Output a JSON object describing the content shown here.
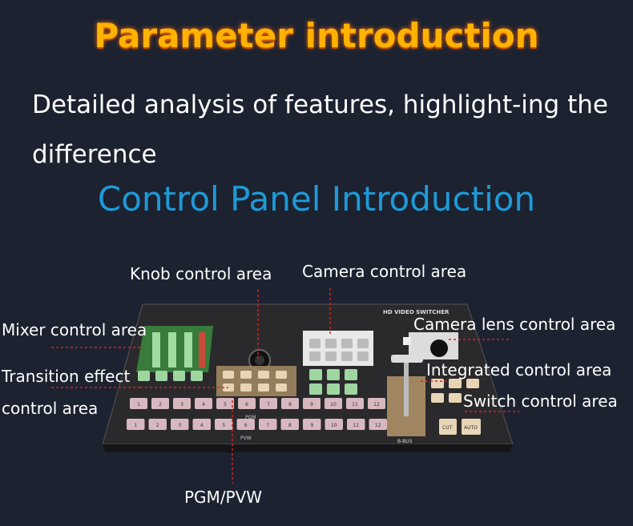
{
  "header": {
    "title": "Parameter introduction",
    "subtitle": "Detailed analysis of features, highlight-ing the difference",
    "section_title": "Control Panel Introduction"
  },
  "callouts": {
    "knob": "Knob control area",
    "camera": "Camera control area",
    "mixer": "Mixer control area",
    "camera_lens": "Camera lens control area",
    "transition_line1": "Transition effect",
    "transition_line2": "control area",
    "integrated": "Integrated control area",
    "switch": "Switch control area",
    "pgm_pvw": "PGM/PVW"
  },
  "device": {
    "brand_text": "HD VIDEO SWITCHER",
    "pgm_label": "PGM",
    "pvw_label": "PVW",
    "bus_label": "B-BUS",
    "cut_label": "CUT",
    "auto_label": "AUTO",
    "buttons": [
      "1",
      "2",
      "3",
      "4",
      "5",
      "6",
      "7",
      "8",
      "9",
      "10",
      "11",
      "12"
    ]
  },
  "colors": {
    "title": "#ffb300",
    "section": "#1e9ad8",
    "leader": "#e02020",
    "background": "#1c2230"
  }
}
